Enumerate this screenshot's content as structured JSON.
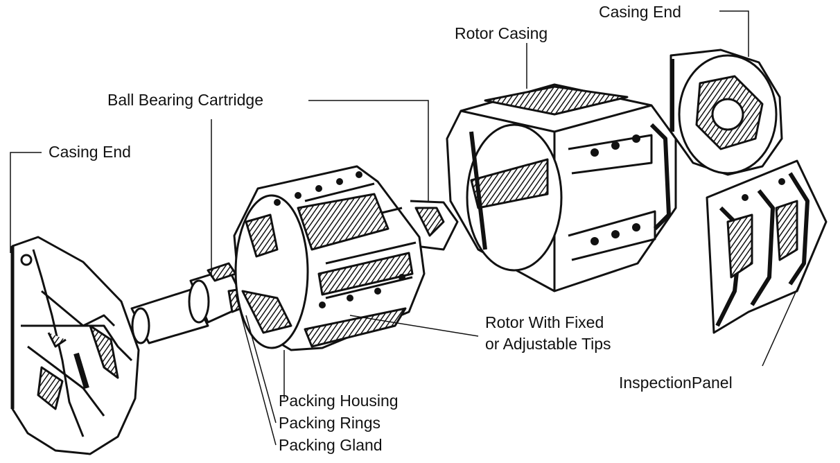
{
  "labels": {
    "casing_end_top": "Casing End",
    "rotor_casing": "Rotor Casing",
    "ball_bearing_cartridge": "Ball Bearing Cartridge",
    "casing_end_left": "Casing End",
    "rotor_tips_line1": "Rotor With Fixed",
    "rotor_tips_line2": "or Adjustable Tips",
    "inspection_panel": "InspectionPanel",
    "packing_housing": "Packing Housing",
    "packing_rings": "Packing Rings",
    "packing_gland": "Packing Gland"
  },
  "colors": {
    "ink": "#111111",
    "paper": "#ffffff"
  }
}
